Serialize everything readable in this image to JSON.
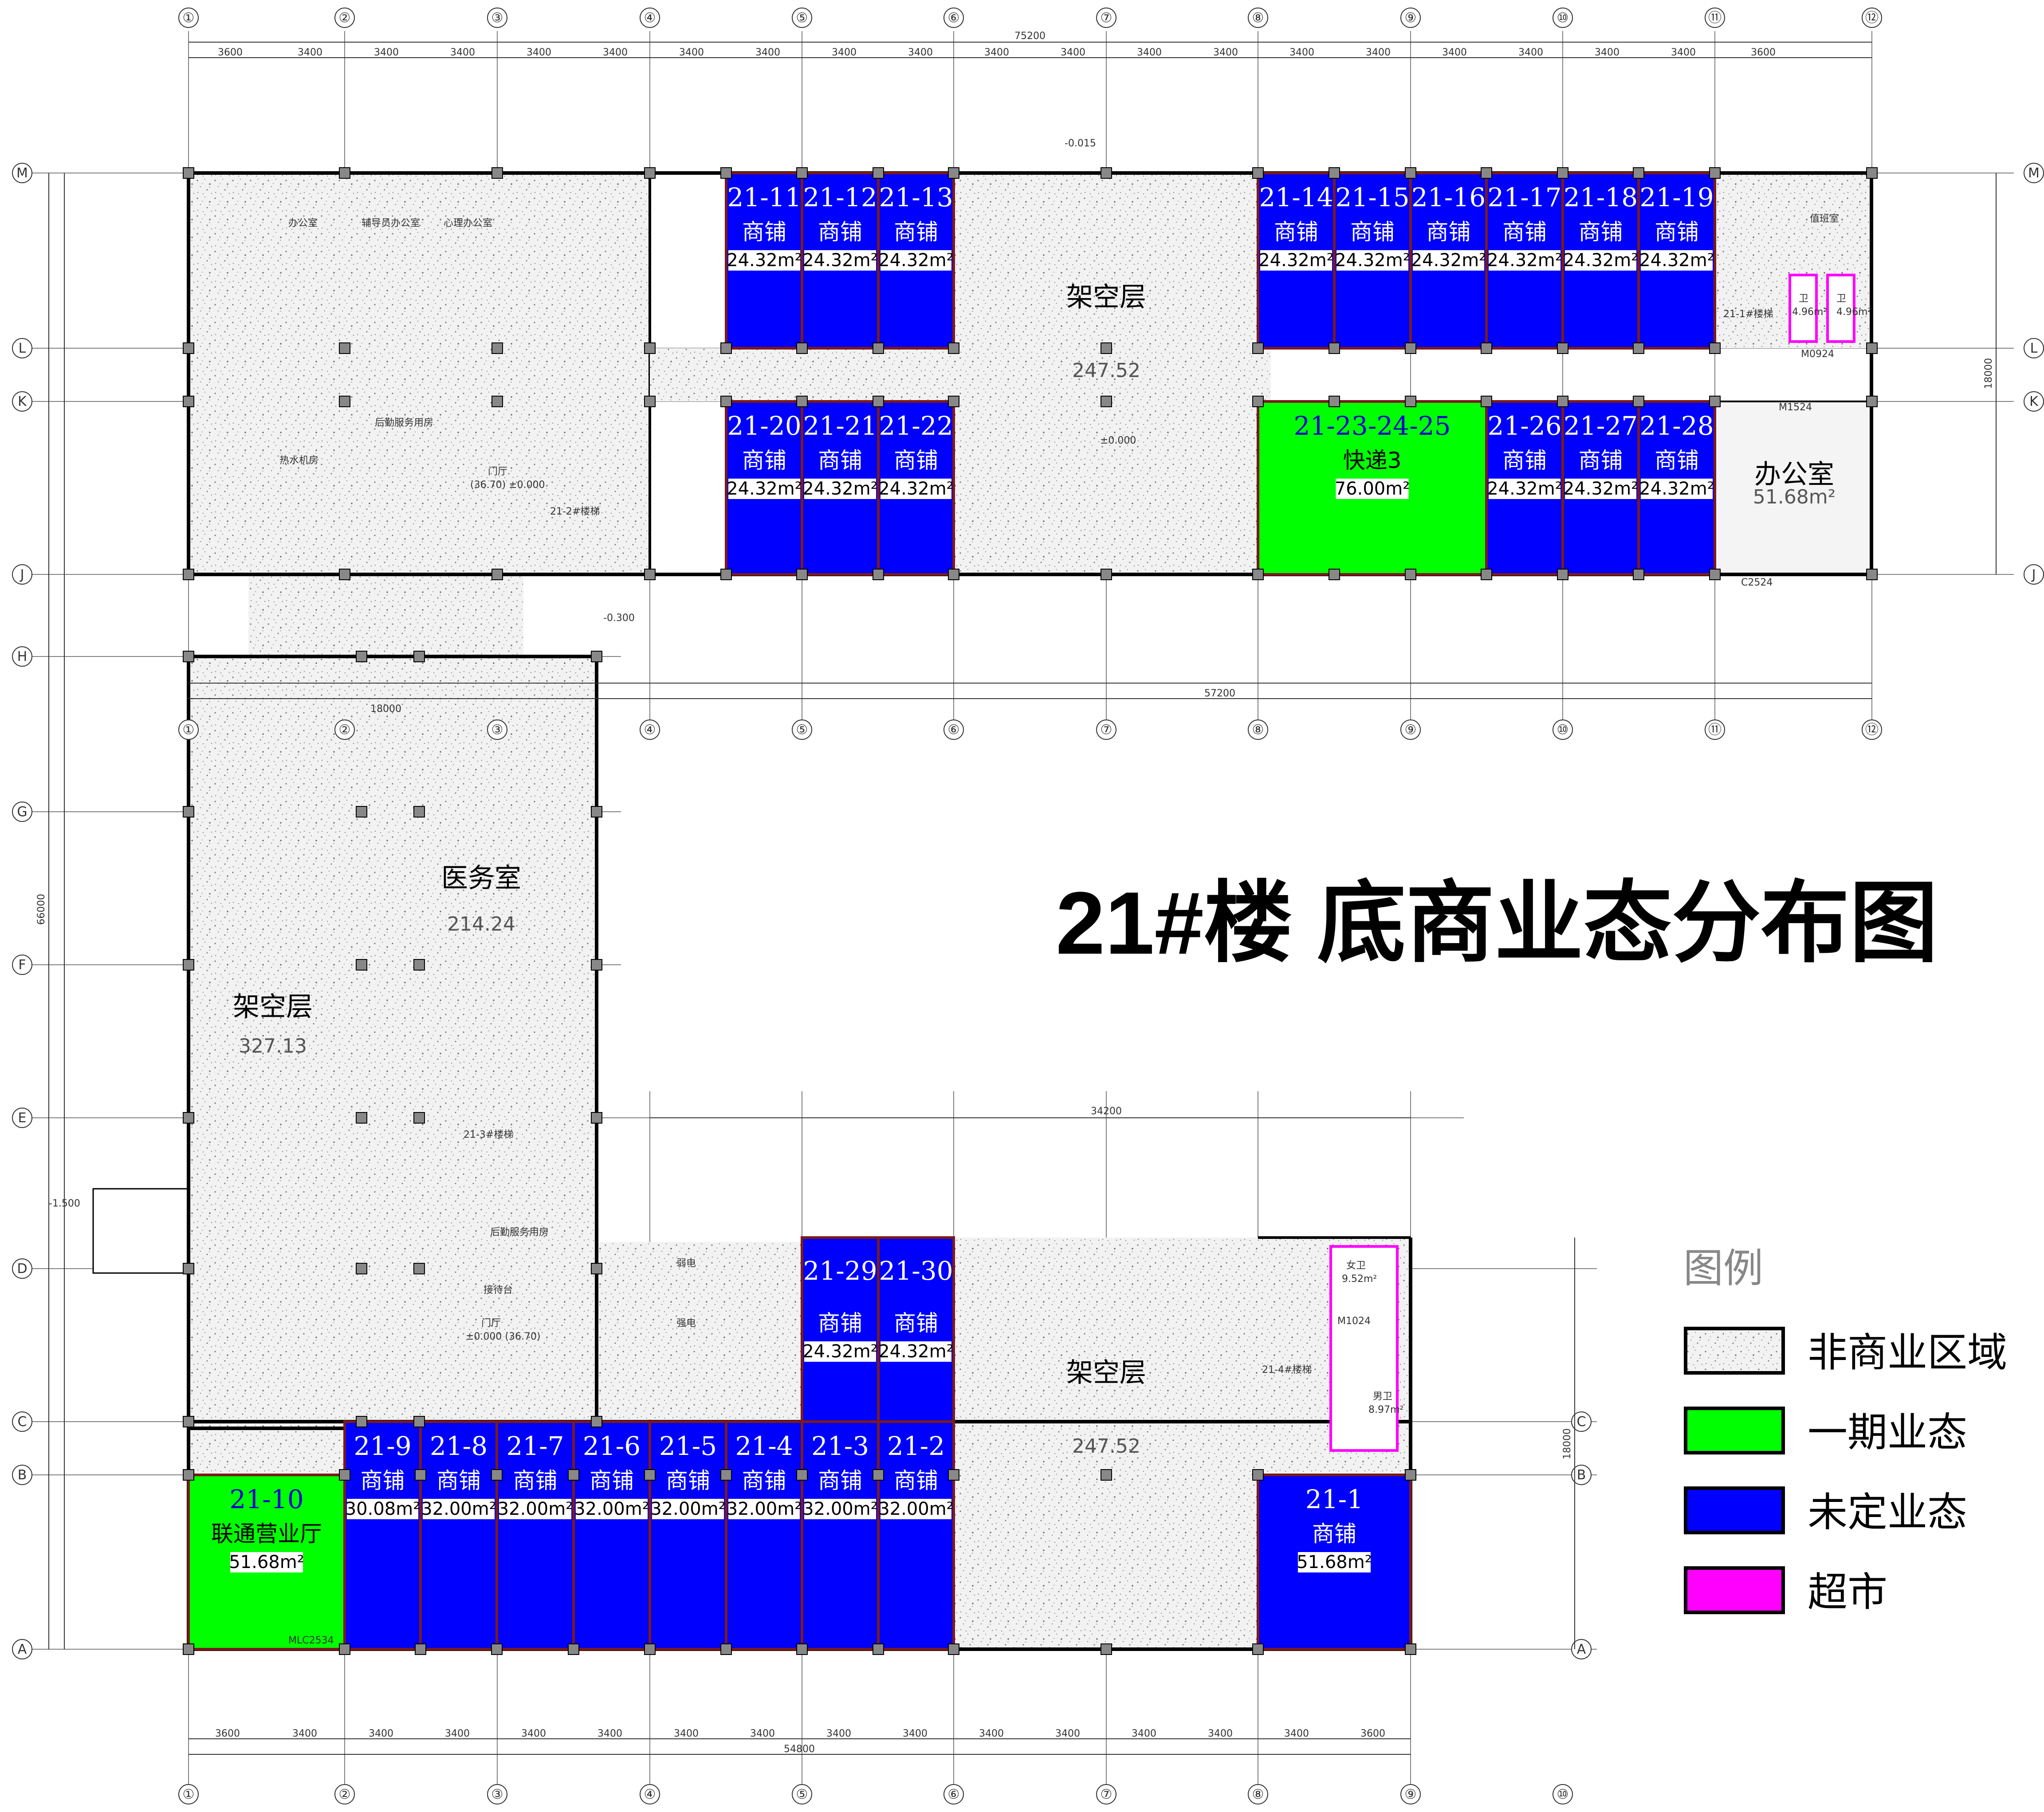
{
  "colors": {
    "non_commercial": "#f0f0f0",
    "phase1": "#00ff00",
    "undetermined": "#0000ff",
    "supermarket": "#ff00ff"
  },
  "title": "21#楼  底商业态分布图",
  "axes": {
    "top": [
      "①",
      "②",
      "③",
      "④",
      "⑤",
      "⑥",
      "⑦",
      "⑧",
      "⑨",
      "⑩",
      "⑪",
      "⑫"
    ],
    "rows": [
      "M",
      "L",
      "K",
      "J",
      "H",
      "G",
      "F",
      "E",
      "D",
      "C",
      "B",
      "A"
    ]
  },
  "dimensions": {
    "top_total": "75200",
    "top_spans": [
      "3600",
      "3400",
      "3400",
      "3400",
      "3400",
      "3400",
      "3400",
      "3400",
      "3400",
      "3400",
      "3400",
      "3400",
      "3400",
      "3400",
      "3400",
      "3400",
      "3400",
      "3400",
      "3400",
      "3400",
      "3600"
    ],
    "mid_total": "57200",
    "bottom_total": "54800",
    "bottom_spans": [
      "3600",
      "3400",
      "3400",
      "3400",
      "3400",
      "3400",
      "3400",
      "3400",
      "3400",
      "3400",
      "3400",
      "3400",
      "3400",
      "3400",
      "3400",
      "3600"
    ],
    "left_total": "66000",
    "right_total_top": "18000",
    "right_total_bottom": "18000",
    "lower_right_total": "34200",
    "mid_left": "18000"
  },
  "units": [
    {
      "id": "21-11",
      "type": "商铺",
      "area": "24.32m²"
    },
    {
      "id": "21-12",
      "type": "商铺",
      "area": "24.32m²"
    },
    {
      "id": "21-13",
      "type": "商铺",
      "area": "24.32m²"
    },
    {
      "id": "21-14",
      "type": "商铺",
      "area": "24.32m²"
    },
    {
      "id": "21-15",
      "type": "商铺",
      "area": "24.32m²"
    },
    {
      "id": "21-16",
      "type": "商铺",
      "area": "24.32m²"
    },
    {
      "id": "21-17",
      "type": "商铺",
      "area": "24.32m²"
    },
    {
      "id": "21-18",
      "type": "商铺",
      "area": "24.32m²"
    },
    {
      "id": "21-19",
      "type": "商铺",
      "area": "24.32m²"
    },
    {
      "id": "21-20",
      "type": "商铺",
      "area": "24.32m²"
    },
    {
      "id": "21-21",
      "type": "商铺",
      "area": "24.32m²"
    },
    {
      "id": "21-22",
      "type": "商铺",
      "area": "24.32m²"
    },
    {
      "id": "21-23-24-25",
      "type": "快递3",
      "area": "76.00m²"
    },
    {
      "id": "21-26",
      "type": "商铺",
      "area": "24.32m²"
    },
    {
      "id": "21-27",
      "type": "商铺",
      "area": "24.32m²"
    },
    {
      "id": "21-28",
      "type": "商铺",
      "area": "24.32m²"
    },
    {
      "id": "21-29",
      "type": "商铺",
      "area": "24.32m²"
    },
    {
      "id": "21-30",
      "type": "商铺",
      "area": "24.32m²"
    },
    {
      "id": "21-10",
      "type": "联通营业厅",
      "area": "51.68m²"
    },
    {
      "id": "21-9",
      "type": "商铺",
      "area": "30.08m²"
    },
    {
      "id": "21-8",
      "type": "商铺",
      "area": "32.00m²"
    },
    {
      "id": "21-7",
      "type": "商铺",
      "area": "32.00m²"
    },
    {
      "id": "21-6",
      "type": "商铺",
      "area": "32.00m²"
    },
    {
      "id": "21-5",
      "type": "商铺",
      "area": "32.00m²"
    },
    {
      "id": "21-4",
      "type": "商铺",
      "area": "32.00m²"
    },
    {
      "id": "21-3",
      "type": "商铺",
      "area": "32.00m²"
    },
    {
      "id": "21-2",
      "type": "商铺",
      "area": "32.00m²"
    },
    {
      "id": "21-1",
      "type": "商铺",
      "area": "51.68m²"
    }
  ],
  "zones": [
    {
      "name": "架空层",
      "area": "247.52"
    },
    {
      "name": "办公室",
      "area": "51.68m²"
    },
    {
      "name": "医务室",
      "area": "214.24"
    },
    {
      "name": "架空层",
      "area": "327.13"
    },
    {
      "name": "架空层",
      "area": "247.52"
    }
  ],
  "labels": {
    "office1": "办公室",
    "office2": "辅导员办公室",
    "office3": "心理办公室",
    "lobby": "门厅",
    "lobby_elev": "(36.70) ±0.000",
    "stair2": "21-2#楼梯",
    "stair1": "21-1#楼梯",
    "stair3": "21-3#楼梯",
    "stair4": "21-4#楼梯",
    "water_pump": "热水机房",
    "service": "后勤服务用房",
    "lobby2": "门厅",
    "lobby2_elev": "±0.000 (36.70)",
    "service2": "后勤服务用房",
    "reception": "接待台",
    "weak1": "弱电",
    "weak2": "强电",
    "elev_a": "±0.000",
    "elev_b": "-0.300",
    "elev_c": "-0.015",
    "elev_d": "-1.500",
    "toilet_f": "女卫",
    "toilet_f_area": "9.52m²",
    "toilet_m": "男卫",
    "toilet_m_area": "8.97m²",
    "toilet_s1": "卫",
    "toilet_s1_area": "4.96m²",
    "toilet_s2": "卫",
    "toilet_s2_area": "4.96m²",
    "door1": "M1524",
    "door2": "C2524",
    "door3": "M0924",
    "door4": "M1024",
    "door5": "MLC2534",
    "kiosk": "值班室"
  },
  "legend": {
    "title": "图例",
    "items": [
      {
        "label": "非商业区域",
        "color": "#f0f0f0"
      },
      {
        "label": "一期业态",
        "color": "#00ff00"
      },
      {
        "label": "未定业态",
        "color": "#0000ff"
      },
      {
        "label": "超市",
        "color": "#ff00ff"
      }
    ]
  }
}
